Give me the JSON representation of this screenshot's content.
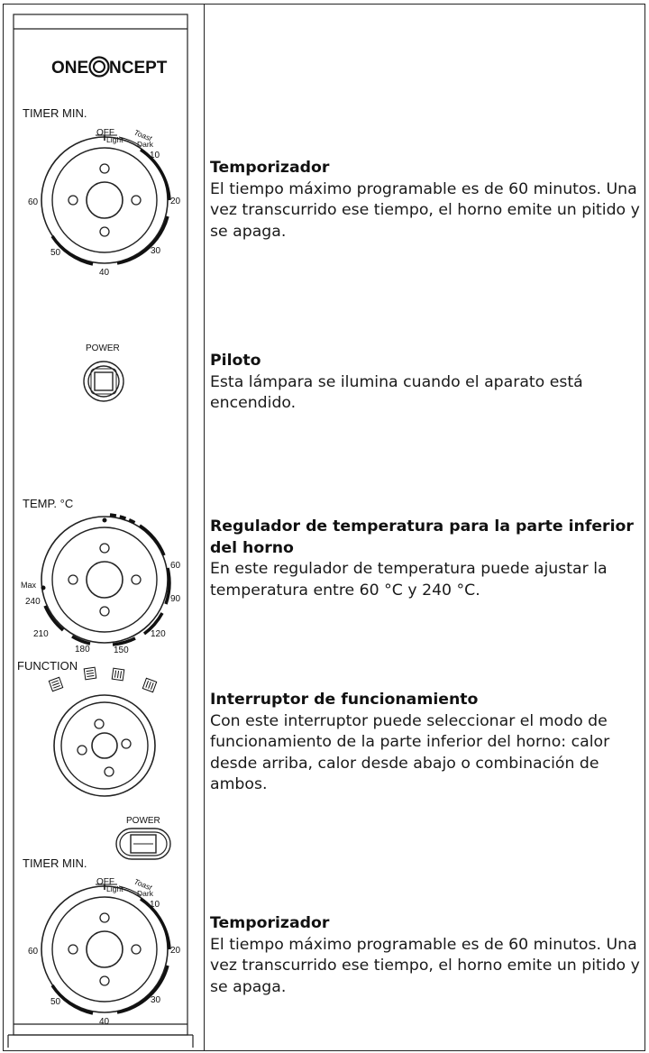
{
  "panel": {
    "brand_logo": "ONECONCEPT",
    "timer_label": "TIMER  MIN.",
    "timer_marks": {
      "off": "OFF",
      "light": "Light",
      "toast": "Toast",
      "dark": "Dark",
      "t10": "10",
      "t20": "20",
      "t30": "30",
      "t40": "40",
      "t50": "50",
      "t60": "60"
    },
    "power_label": "POWER",
    "temp_label": "TEMP.  °C",
    "temp_marks": {
      "max": "Max",
      "t60": "60",
      "t90": "90",
      "t120": "120",
      "t150": "150",
      "t180": "180",
      "t210": "210",
      "t240": "240"
    },
    "function_label": "FUNCTION",
    "power_label_2": "POWER",
    "timer_label_2": "TIMER  MIN."
  },
  "sections": [
    {
      "title": "Temporizador",
      "text": "El tiempo máximo programable es de 60 minutos. Una vez transcurrido ese tiempo, el horno emite un pitido y se apaga."
    },
    {
      "title": "Piloto",
      "text": "Esta lámpara se ilumina cuando el aparato está encendido."
    },
    {
      "title": "Regulador de temperatura para la parte inferior del horno",
      "text": "En este regulador de temperatura puede ajustar la temperatura entre 60 °C y 240 °C."
    },
    {
      "title": "Interruptor de funcionamiento",
      "text": "Con este interruptor puede seleccionar el modo de funcionamiento de la parte inferior del horno: calor desde arriba, calor desde abajo o combinación de ambos."
    },
    {
      "title": "Temporizador",
      "text": "El tiempo máximo programable es de 60 minutos. Una vez transcurrido ese tiempo, el horno emite un pitido y se apaga."
    }
  ]
}
